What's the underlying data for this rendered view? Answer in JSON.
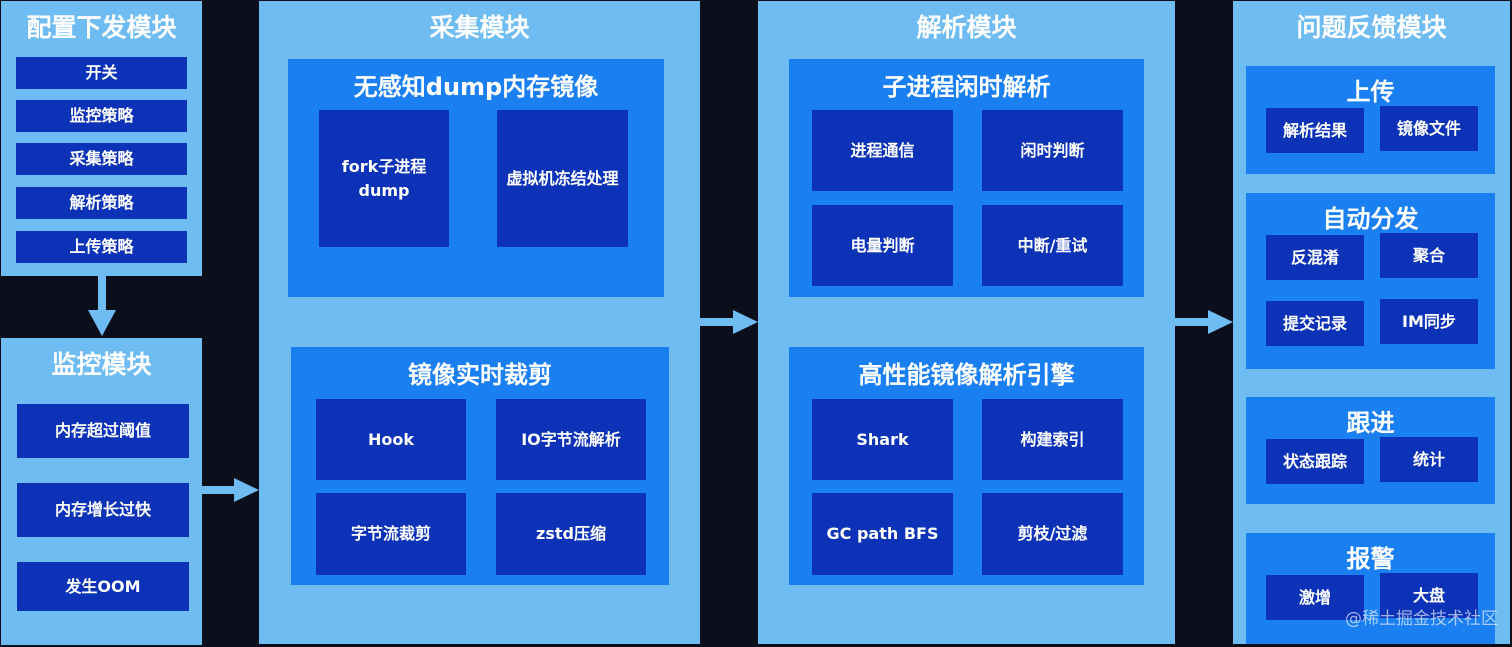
{
  "config_module": {
    "title": "配置下发模块",
    "items": [
      "开关",
      "监控策略",
      "采集策略",
      "解析策略",
      "上传策略"
    ]
  },
  "monitor_module": {
    "title": "监控模块",
    "items": [
      "内存超过阈值",
      "内存增长过快",
      "发生OOM"
    ]
  },
  "collect_module": {
    "title": "采集模块",
    "groups": [
      {
        "title": "无感知dump内存镜像",
        "items": [
          "fork子进程\ndump",
          "虚拟机冻结处理"
        ]
      },
      {
        "title": "镜像实时裁剪",
        "items": [
          "Hook",
          "IO字节流解析",
          "字节流裁剪",
          "zstd压缩"
        ]
      }
    ]
  },
  "parse_module": {
    "title": "解析模块",
    "groups": [
      {
        "title": "子进程闲时解析",
        "items": [
          "进程通信",
          "闲时判断",
          "电量判断",
          "中断/重试"
        ]
      },
      {
        "title": "高性能镜像解析引擎",
        "items": [
          "Shark",
          "构建索引",
          "GC path BFS",
          "剪枝/过滤"
        ]
      }
    ]
  },
  "feedback_module": {
    "title": "问题反馈模块",
    "groups": [
      {
        "title": "上传",
        "items": [
          "解析结果",
          "镜像文件"
        ]
      },
      {
        "title": "自动分发",
        "items": [
          "反混淆",
          "聚合",
          "提交记录",
          "IM同步"
        ]
      },
      {
        "title": "跟进",
        "items": [
          "状态跟踪",
          "统计"
        ]
      },
      {
        "title": "报警",
        "items": [
          "激增",
          "大盘"
        ]
      }
    ]
  },
  "watermark": "@稀土掘金技术社区",
  "colors": {
    "background": "#0b0f1c",
    "panel": "#6fbcf3",
    "group": "#1a7ff0",
    "box": "#0c33b7",
    "arrow": "#6fbcf3"
  }
}
